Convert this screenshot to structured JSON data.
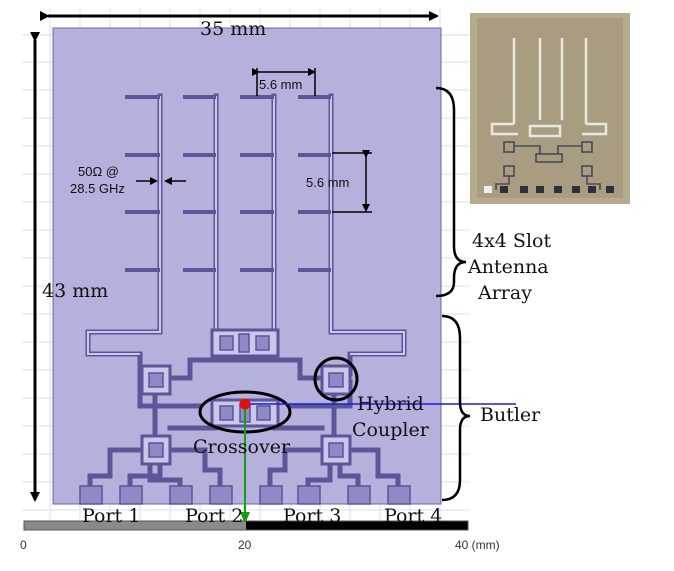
{
  "dimensions": {
    "width": "35 mm",
    "height": "43 mm",
    "slot_spacing_h": "5.6 mm",
    "slot_spacing_v": "5.6 mm",
    "line_impedance_1": "50Ω @",
    "line_impedance_2": "28.5 GHz"
  },
  "annotations": {
    "array_label_1": "4x4 Slot",
    "array_label_2": "Antenna",
    "array_label_3": "Array",
    "butler_label": "Butler",
    "hybrid_label_1": "Hybrid",
    "hybrid_label_2": "Coupler",
    "crossover_label": "Crossover"
  },
  "ports": [
    "Port 1",
    "Port 2",
    "Port 3",
    "Port 4"
  ],
  "ruler": {
    "ticks": [
      "0",
      "20",
      "40 (mm)"
    ]
  },
  "colors": {
    "substrate": "#b4b1dc",
    "conductor": "#8f8ac6",
    "outline": "#5b5698",
    "highlight_line": "#1d1dd6",
    "green_axis": "#12a012",
    "red_marker": "#e01010"
  }
}
